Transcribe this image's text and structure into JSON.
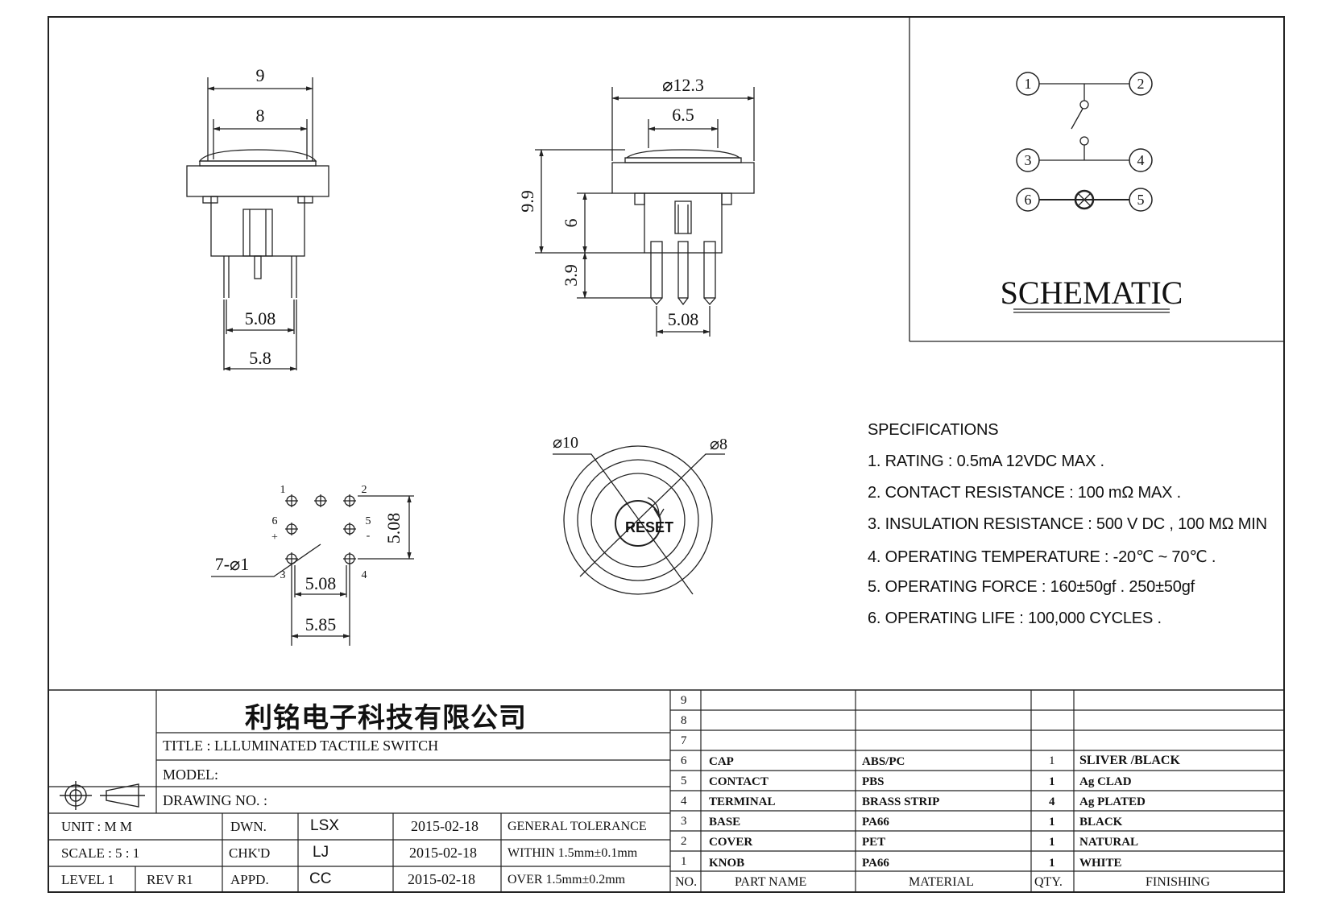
{
  "drawing": {
    "side_view": {
      "dims": [
        "9",
        "8",
        "5.08",
        "5.8"
      ]
    },
    "front_view": {
      "dims": [
        "⌀12.3",
        "6.5",
        "9.9",
        "6",
        "3.9",
        "5.08"
      ]
    },
    "footprint": {
      "pins": [
        "1",
        "2",
        "3",
        "4",
        "5",
        "6"
      ],
      "polarity": [
        "+",
        "-"
      ],
      "hole_callout": "7-⌀1",
      "dims": [
        "5.08",
        "5.08",
        "5.85"
      ]
    },
    "top_view": {
      "dims": [
        "⌀10",
        "⌀8"
      ],
      "cap_text": "RESET"
    },
    "schematic": {
      "title": "SCHEMATIC",
      "nodes": [
        "1",
        "2",
        "3",
        "4",
        "6",
        "5"
      ]
    }
  },
  "specifications": {
    "heading": "SPECIFICATIONS",
    "items": [
      "1. RATING : 0.5mA 12VDC MAX .",
      "2. CONTACT RESISTANCE : 100 mΩ MAX .",
      "3. INSULATION RESISTANCE : 500 V DC , 100 MΩ MIN",
      "4. OPERATING TEMPERATURE : -20℃ ~ 70℃ .",
      "5. OPERATING FORCE : 160±50gf . 250±50gf",
      "6. OPERATING LIFE : 100,000 CYCLES ."
    ]
  },
  "title_block": {
    "company": "利铭电子科技有限公司",
    "title": "TITLE :  LLLUMINATED TACTILE SWITCH",
    "model": "MODEL:",
    "drawing_no": "DRAWING NO. :",
    "unit_label": "UNIT   :   M M",
    "scale_label": "SCALE  :  5 : 1",
    "level_label": "LEVEL 1",
    "rev_label": "REV  R1",
    "rows": [
      {
        "role": "DWN.",
        "name": "LSX",
        "date": "2015-02-18",
        "tol": "GENERAL TOLERANCE"
      },
      {
        "role": "CHK'D",
        "name": "LJ",
        "date": "2015-02-18",
        "tol": "WITHIN 1.5mm±0.1mm"
      },
      {
        "role": "APPD.",
        "name": "CC",
        "date": "2015-02-18",
        "tol": "OVER   1.5mm±0.2mm"
      }
    ]
  },
  "bom": {
    "headers": [
      "NO.",
      "PART  NAME",
      "MATERIAL",
      "QTY.",
      "FINISHING"
    ],
    "rows": [
      {
        "no": "9",
        "part": "",
        "material": "",
        "qty": "",
        "finish": ""
      },
      {
        "no": "8",
        "part": "",
        "material": "",
        "qty": "",
        "finish": ""
      },
      {
        "no": "7",
        "part": "",
        "material": "",
        "qty": "",
        "finish": ""
      },
      {
        "no": "6",
        "part": "CAP",
        "material": "ABS/PC",
        "qty": "1",
        "finish": "SLIVER /BLACK"
      },
      {
        "no": "5",
        "part": "CONTACT",
        "material": "PBS",
        "qty": "1",
        "finish": "Ag CLAD"
      },
      {
        "no": "4",
        "part": "TERMINAL",
        "material": "BRASS STRIP",
        "qty": "4",
        "finish": "Ag PLATED"
      },
      {
        "no": "3",
        "part": "BASE",
        "material": "PA66",
        "qty": "1",
        "finish": "BLACK"
      },
      {
        "no": "2",
        "part": "COVER",
        "material": "PET",
        "qty": "1",
        "finish": "NATURAL"
      },
      {
        "no": "1",
        "part": "KNOB",
        "material": "PA66",
        "qty": "1",
        "finish": "WHITE"
      }
    ]
  }
}
